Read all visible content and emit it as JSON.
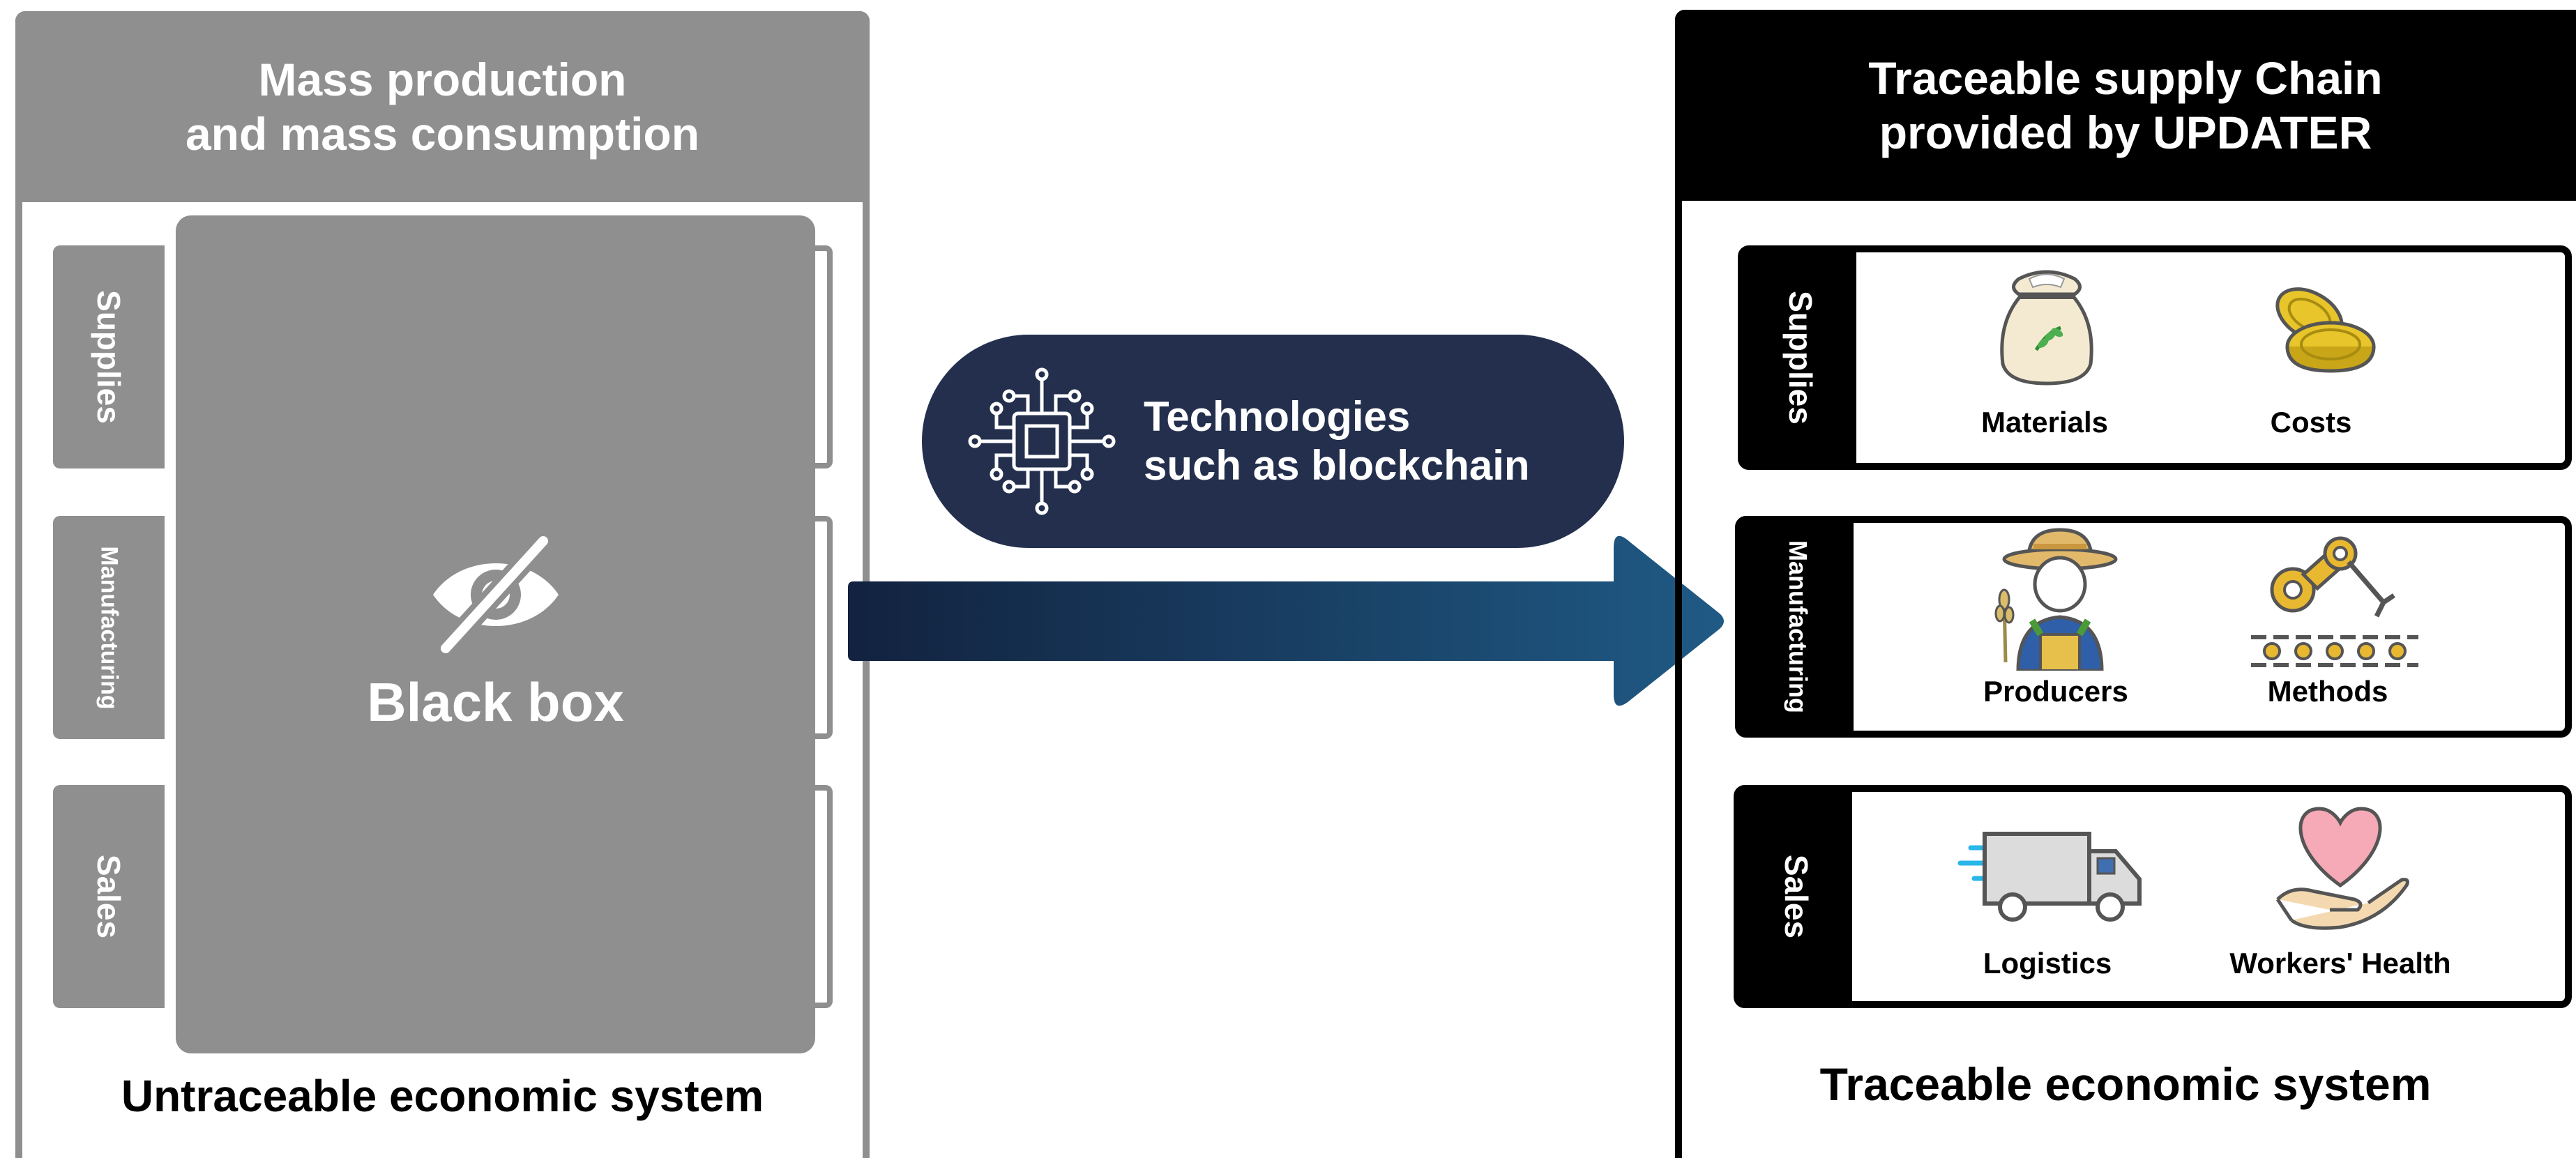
{
  "left": {
    "header_line1": "Mass production",
    "header_line2": "and mass consumption",
    "rows": [
      "Supplies",
      "Manufacturing",
      "Sales"
    ],
    "black_box_label": "Black box",
    "footer": "Untraceable economic system",
    "color": "#8f8f8f"
  },
  "center": {
    "tech_line1": "Technologies",
    "tech_line2": "such as blockchain",
    "pill_color": "#232f4d",
    "arrow_gradient": [
      "#12223f",
      "#1f5a85"
    ]
  },
  "right": {
    "header_line1": "Traceable supply Chain",
    "header_line2": "provided by UPDATER",
    "rows": [
      {
        "label": "Supplies",
        "items": [
          "Materials",
          "Costs"
        ]
      },
      {
        "label": "Manufacturing",
        "items": [
          "Producers",
          "Methods"
        ]
      },
      {
        "label": "Sales",
        "items": [
          "Logistics",
          "Workers' Health"
        ]
      }
    ],
    "footer": "Traceable economic system",
    "icons": [
      "sack-icon",
      "coins-icon",
      "farmer-icon",
      "robot-arm-icon",
      "truck-icon",
      "heart-hand-icon"
    ]
  }
}
